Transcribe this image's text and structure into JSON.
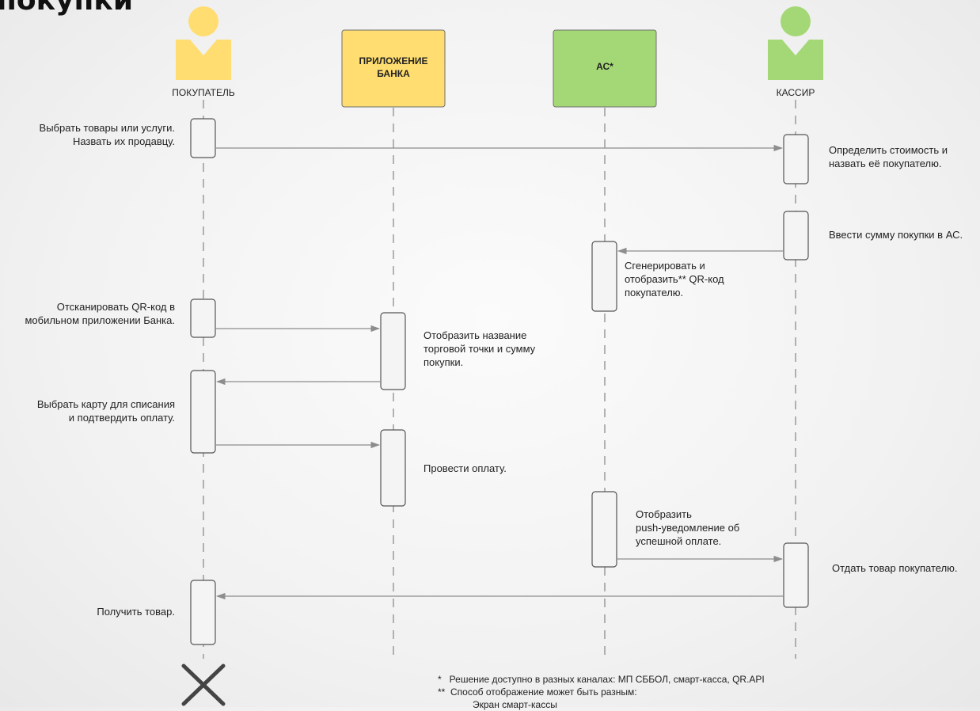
{
  "title": "покупки",
  "participants": {
    "buyer": "ПОКУПАТЕЛЬ",
    "bank_app": "ПРИЛОЖЕНИЕ БАНКА",
    "as": "АС*",
    "cashier": "КАССИР"
  },
  "steps": [
    "Выбрать товары или услуги.\nНазвать их продавцу.",
    "Определить стоимость и\nназвать её покупателю.",
    "Ввести сумму покупки в АС.",
    "Сгенерировать и\nотобразить** QR-код\nпокупателю.",
    "Отсканировать QR-код в\nмобильном приложении Банка.",
    "Отобразить название\nторговой точки и сумму\nпокупки.",
    "Выбрать карту для списания\nи подтвердить оплату.",
    "Провести оплату.",
    "Отобразить\npush-уведомление об\nуспешной оплате.",
    "Отдать товар покупателю.",
    "Получить товар."
  ],
  "footnotes": [
    "*   Решение доступно в разных каналах: МП СББОЛ, смарт-касса, QR.API",
    "**  Способ отображение может быть разным:",
    "Экран смарт-кассы"
  ],
  "colors": {
    "yellow": "#ffdd70",
    "green": "#a4d876",
    "line": "#8d8d8d",
    "activation_fill": "#f4f4f4",
    "end_cross": "#444444"
  }
}
